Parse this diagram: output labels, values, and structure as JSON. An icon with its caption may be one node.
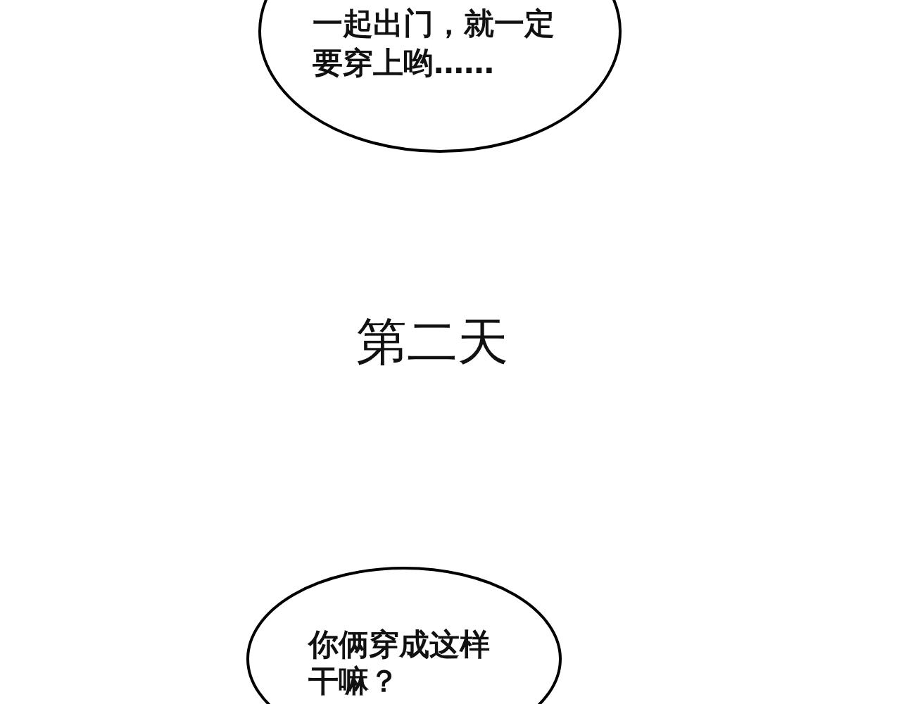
{
  "diagram": {
    "nodes": [
      {
        "text": [
          "一起出门，就一定要穿上哟……"
        ]
      },
      {
        "text": [
          "你俩穿成这样干嘛？"
        ]
      }
    ],
    "labels": [
      "第二天"
    ]
  }
}
